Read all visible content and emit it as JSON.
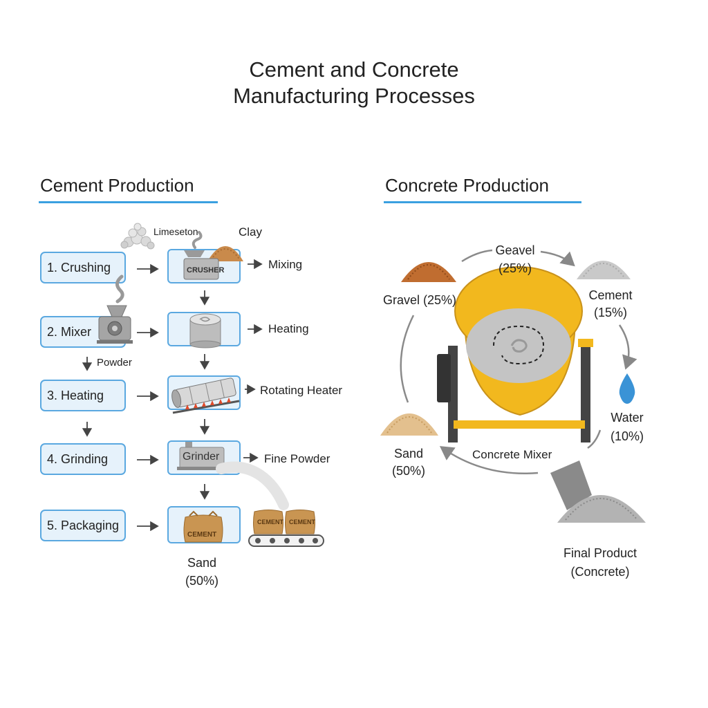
{
  "title": {
    "line1": "Cement and Concrete",
    "line2": "Manufacturing Processes"
  },
  "cement": {
    "heading": "Cement Production",
    "steps": [
      "1. Crushing",
      "2. Mixer",
      "3. Heating",
      "4. Grinding",
      "5. Packaging"
    ],
    "limestone_label": "Limeseton",
    "clay_label": "Clay",
    "crusher_text": "CRUSHER",
    "mixing_label": "Mixing",
    "heating_label": "Heating",
    "powder_label": "Powder",
    "rotating_heater_label": "Rotating Heater",
    "grinder_text": "Grinder",
    "fine_powder_label": "Fine Powder",
    "bag_text": "CEMENT",
    "sand_label": "Sand",
    "sand_pct": "(50%)"
  },
  "concrete": {
    "heading": "Concrete Production",
    "geavel_label": "Geavel",
    "geavel_pct": "(25%)",
    "gravel_label": "Gravel (25%)",
    "cement_label": "Cement",
    "cement_pct": "(15%)",
    "water_label": "Water",
    "water_pct": "(10%)",
    "sand_label": "Sand",
    "sand_pct": "(50%)",
    "mixer_label": "Concrete Mixer",
    "final_line1": "Final Product",
    "final_line2": "(Concrete)"
  },
  "colors": {
    "accent": "#3aa0e0",
    "box_fill": "#e6f2fb",
    "mixer_yellow": "#f2b81e"
  }
}
